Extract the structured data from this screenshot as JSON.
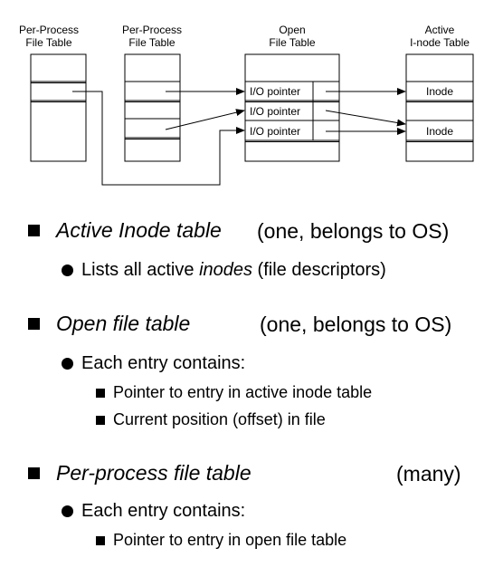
{
  "diagram": {
    "headers": {
      "ppft1": [
        "Per-Process",
        "File Table"
      ],
      "ppft2": [
        "Per-Process",
        "File Table"
      ],
      "oft": [
        "Open",
        "File Table"
      ],
      "ait": [
        "Active",
        "I-node Table"
      ]
    },
    "io_pointers": [
      "I/O pointer",
      "I/O pointer",
      "I/O pointer"
    ],
    "inodes": [
      "Inode",
      "Inode"
    ]
  },
  "bullets": {
    "active": {
      "title": "Active Inode table",
      "note": "(one, belongs to OS)",
      "sub_prefix": "Lists all active ",
      "sub_italic": "inodes",
      "sub_suffix": " (file descriptors)"
    },
    "open": {
      "title": "Open file table",
      "note": "(one, belongs to OS)",
      "sub": "Each entry contains:",
      "items": [
        "Pointer to entry in active inode table",
        "Current position (offset) in file"
      ]
    },
    "perprocess": {
      "title": "Per-process file table",
      "note": "(many)",
      "sub": "Each entry contains:",
      "items": [
        "Pointer to entry in open file table"
      ]
    }
  }
}
